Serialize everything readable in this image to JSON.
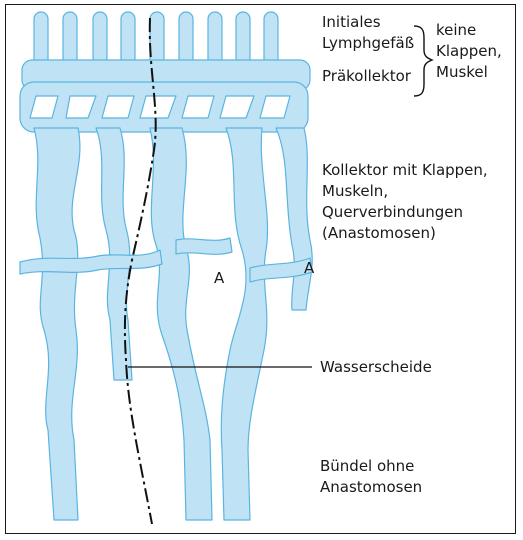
{
  "labels": {
    "initial_line1": "Initiales",
    "initial_line2": "Lymphgefäß",
    "prekollektor": "Präkollektor",
    "keine_line1": "keine",
    "keine_line2": "Klappen,",
    "keine_line3": "Muskel",
    "kollektor_line1": "Kollektor mit Klappen,",
    "kollektor_line2": "Muskeln,",
    "kollektor_line3": "Querverbindungen",
    "kollektor_line4": "(Anastomosen)",
    "anastomose_a1": "A",
    "anastomose_a2": "A",
    "wasserscheide": "Wasserscheide",
    "buendel_line1": "Bündel ohne",
    "buendel_line2": "Anastomosen"
  },
  "colors": {
    "vessel_fill": "#bfe3f5",
    "vessel_stroke": "#5bb4e0",
    "line": "#111111"
  }
}
